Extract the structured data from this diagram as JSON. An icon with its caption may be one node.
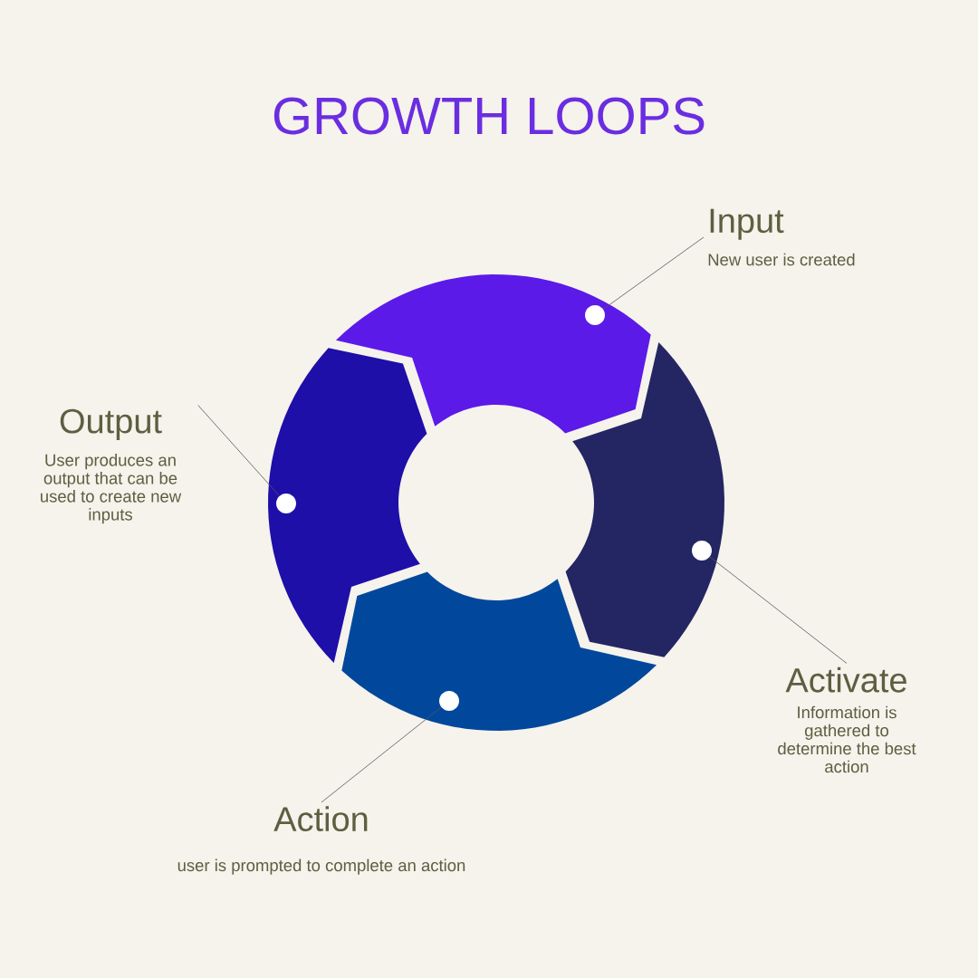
{
  "diagram": {
    "title": "GROWTH LOOPS",
    "nodes": [
      {
        "text": [
          "Input",
          "New user is created"
        ]
      },
      {
        "text": [],
        "shape": "segment"
      },
      {
        "text": [
          "Activate",
          "Information is gathered to determine the best action"
        ]
      },
      {
        "text": [],
        "shape": "segment"
      },
      {
        "text": [
          "Action",
          "user is prompted to complete an action"
        ]
      },
      {
        "text": [],
        "shape": "segment"
      },
      {
        "text": [
          "Output",
          "User produces an output that can be used to create new inputs"
        ]
      },
      {
        "text": [],
        "shape": "segment"
      }
    ],
    "edges": [
      {
        "from": 0,
        "to": 1,
        "arrow": "none"
      },
      {
        "from": 2,
        "to": 3,
        "arrow": "none"
      },
      {
        "from": 4,
        "to": 5,
        "arrow": "none"
      },
      {
        "from": 6,
        "to": 7,
        "arrow": "none"
      }
    ]
  }
}
